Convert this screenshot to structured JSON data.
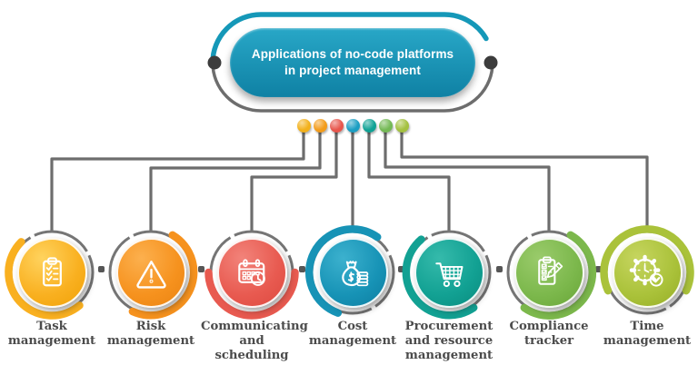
{
  "title": {
    "text": "Applications of no-code platforms in project management"
  },
  "colors": {
    "background": "#ffffff",
    "connector": "#6d6d6d",
    "ring_gray": "#757575",
    "label_text": "#4b4b4b",
    "junction_dot": "#565656",
    "title_end_dot": "#3c3c3c",
    "title_arc_teal": "#1598b8",
    "title_gradient_top": "#28a7c7",
    "title_gradient_bottom": "#0f81a4",
    "title_text": "#ffffff"
  },
  "branch_dots": [
    "#f3b11b",
    "#f39c1b",
    "#e8564c",
    "#1b9ec3",
    "#10a295",
    "#74b955",
    "#a4c140"
  ],
  "items": [
    {
      "label": "Task management",
      "icon": "clipboard-check-icon",
      "colors": {
        "main": "#f9b020",
        "light": "#ffd35e",
        "dark": "#f0a106"
      },
      "arc": {
        "start": 140,
        "end": 315
      }
    },
    {
      "label": "Risk management",
      "icon": "warning-triangle-icon",
      "colors": {
        "main": "#f6921e",
        "light": "#fcb04e",
        "dark": "#ea8312"
      },
      "arc": {
        "start": 30,
        "end": 205
      }
    },
    {
      "label": "Communicating and scheduling",
      "icon": "calendar-clock-icon",
      "colors": {
        "main": "#e85a50",
        "light": "#f2837a",
        "dark": "#dd4940"
      },
      "arc": {
        "start": 90,
        "end": 270
      }
    },
    {
      "label": "Cost management",
      "icon": "money-bag-icon",
      "colors": {
        "main": "#1793b6",
        "light": "#3cb1ce",
        "dark": "#0d7da0"
      },
      "arc": {
        "start": 200,
        "end": 395
      }
    },
    {
      "label": "Procurement and resource management",
      "icon": "shopping-cart-icon",
      "colors": {
        "main": "#12a193",
        "light": "#35baab",
        "dark": "#0a8b7e"
      },
      "arc": {
        "start": 145,
        "end": 320
      }
    },
    {
      "label": "Compliance tracker",
      "icon": "clipboard-pencil-icon",
      "colors": {
        "main": "#7cb84c",
        "light": "#9acb6b",
        "dark": "#68a537"
      },
      "arc": {
        "start": 30,
        "end": 215
      }
    },
    {
      "label": "Time management",
      "icon": "gear-clock-icon",
      "colors": {
        "main": "#aac23a",
        "light": "#c6d55f",
        "dark": "#96ad25"
      },
      "arc": {
        "start": 245,
        "end": 475
      }
    }
  ]
}
